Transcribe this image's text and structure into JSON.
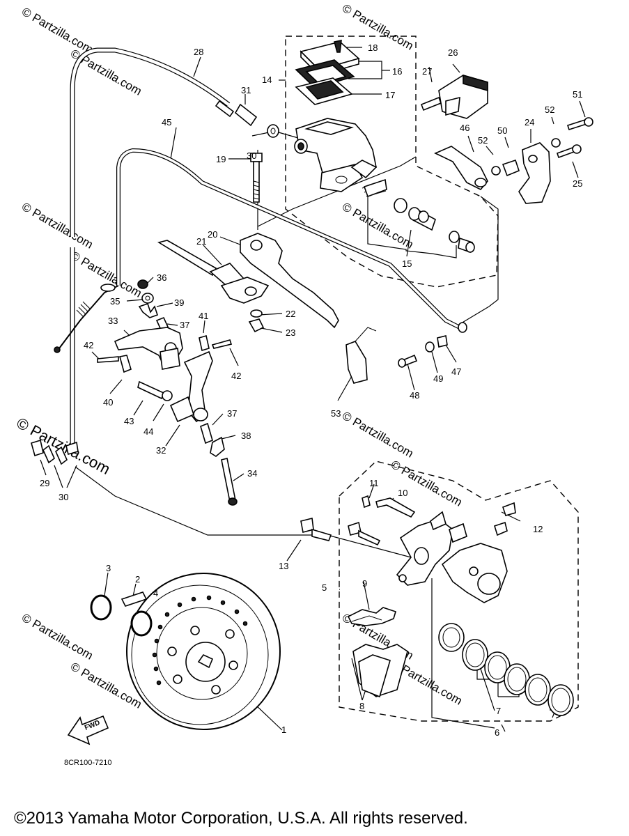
{
  "diagram": {
    "drawing_code": "8CR100-7210",
    "fwd_arrow_label": "FWD",
    "watermark": "© Partzilla.com",
    "copyright": "©2013 Yamaha Motor Corporation, U.S.A. All rights reserved.",
    "callouts": [
      "1",
      "2",
      "3",
      "4",
      "5",
      "6",
      "7",
      "8",
      "9",
      "10",
      "11",
      "12",
      "13",
      "14",
      "15",
      "16",
      "17",
      "18",
      "19",
      "20",
      "21",
      "22",
      "23",
      "24",
      "25",
      "26",
      "27",
      "28",
      "29",
      "30",
      "30",
      "31",
      "32",
      "33",
      "34",
      "35",
      "36",
      "37",
      "37",
      "38",
      "39",
      "40",
      "41",
      "42",
      "42",
      "43",
      "44",
      "45",
      "46",
      "47",
      "48",
      "49",
      "50",
      "51",
      "52",
      "52",
      "53"
    ]
  }
}
